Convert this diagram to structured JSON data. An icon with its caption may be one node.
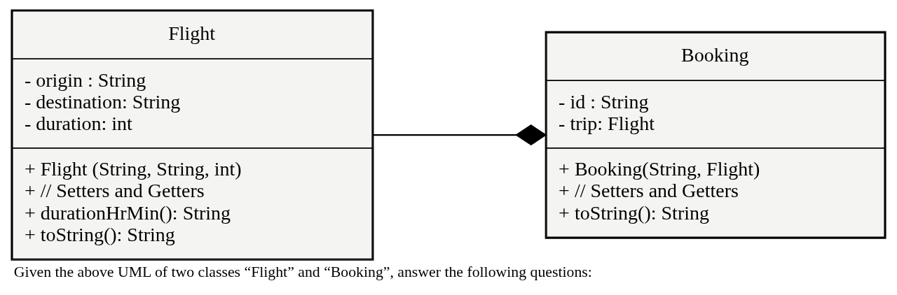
{
  "diagram": {
    "caption": "Given the above UML of two classes “Flight” and “Booking”, answer the following questions:",
    "nodes": [
      {
        "text": [
          "Flight",
          "- origin : String",
          "- destination: String",
          "- duration: int",
          "+ Flight (String, String, int)",
          "+ // Setters and Getters",
          "+ durationHrMin(): String",
          "+ toString(): String"
        ]
      },
      {
        "text": [
          "Booking",
          "- id : String",
          "- trip: Flight",
          "+ Booking(String, Flight)",
          "+ // Setters and Getters",
          "+ toString(): String"
        ]
      }
    ],
    "edges": [
      {
        "from": 0,
        "to": 1,
        "arrow": "other"
      }
    ]
  }
}
